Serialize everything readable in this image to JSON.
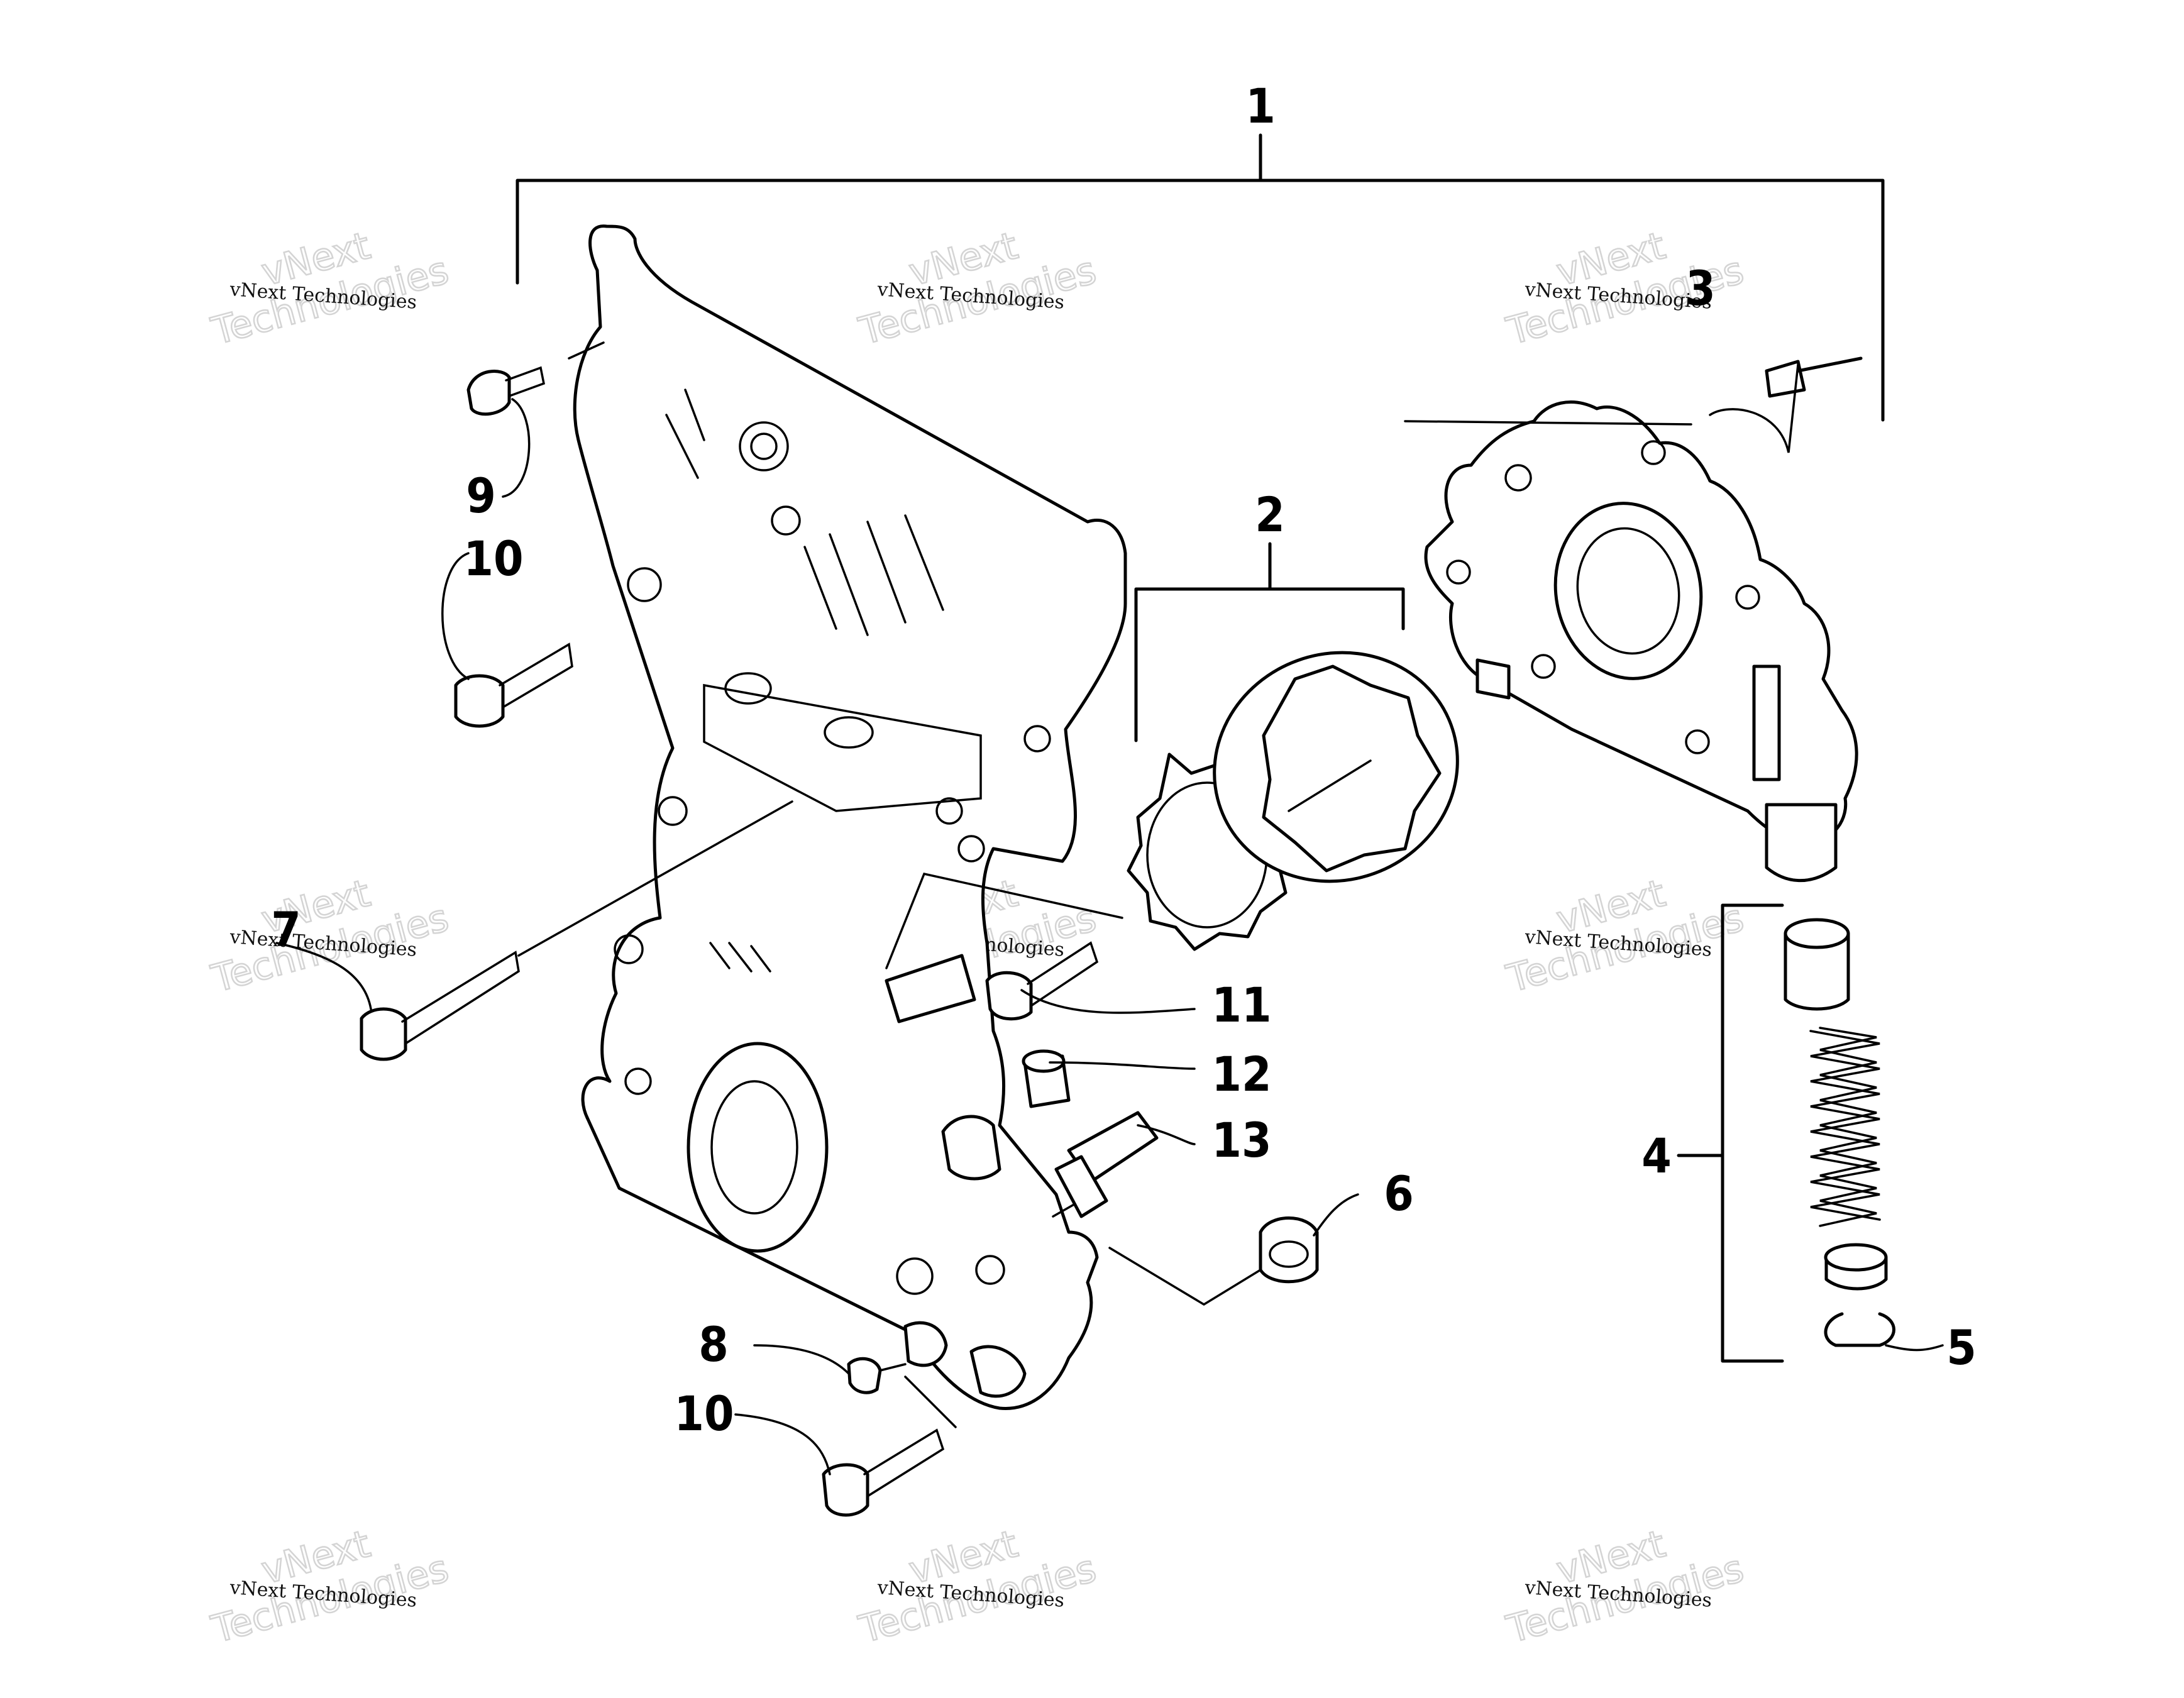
{
  "labels": {
    "p1": "1",
    "p2": "2",
    "p3": "3",
    "p4": "4",
    "p5": "5",
    "p6": "6",
    "p7": "7",
    "p8": "8",
    "p9": "9",
    "p10a": "10",
    "p10b": "10",
    "p11": "11",
    "p12": "12",
    "p13": "13"
  },
  "watermark": {
    "line1": "vNext Technologies",
    "ghost_top": "vNext",
    "ghost_bottom": "Technologies"
  },
  "colors": {
    "ink": "#000000",
    "watermark_ghost": "#d4d4d4",
    "background": "#ffffff"
  }
}
